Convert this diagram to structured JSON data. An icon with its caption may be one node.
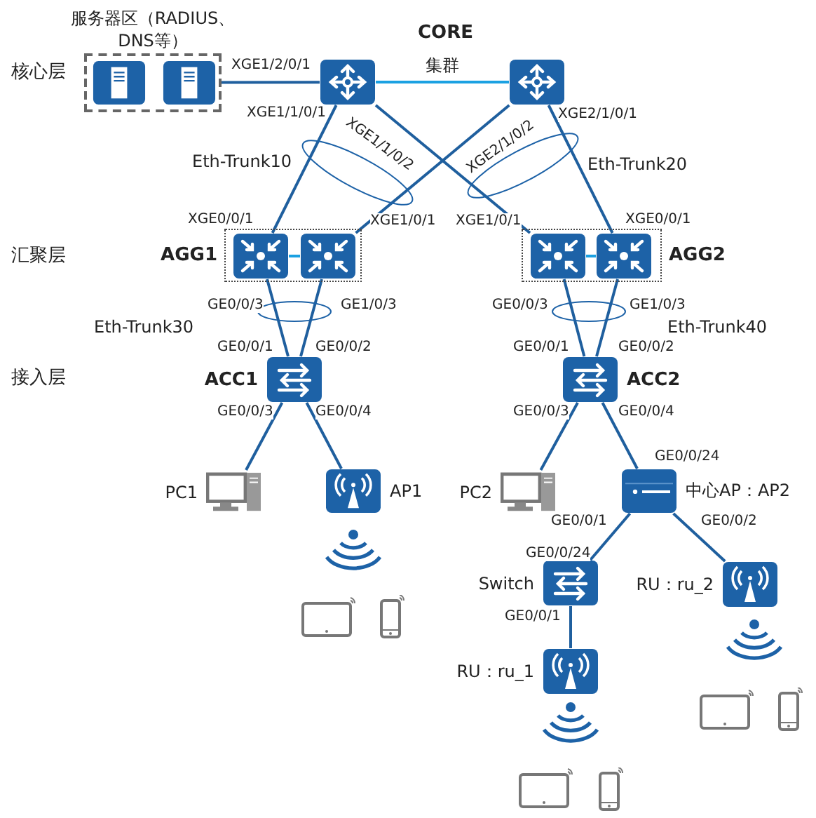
{
  "diagram": {
    "nodes": [
      {
        "text": [
          "服务器区（RADIUS、DNS等）"
        ]
      },
      {
        "text": [],
        "shape": "server",
        "in": 0
      },
      {
        "text": [],
        "shape": "server",
        "in": 0
      },
      {
        "text": [],
        "shape": "router"
      },
      {
        "text": [],
        "shape": "router"
      },
      {
        "text": [
          "AGG1"
        ]
      },
      {
        "text": [],
        "shape": "switch",
        "in": 5
      },
      {
        "text": [],
        "shape": "switch",
        "in": 5
      },
      {
        "text": [
          "AGG2"
        ]
      },
      {
        "text": [],
        "shape": "switch",
        "in": 8
      },
      {
        "text": [],
        "shape": "switch",
        "in": 8
      },
      {
        "text": [
          "ACC1"
        ]
      },
      {
        "text": [
          "ACC2"
        ]
      },
      {
        "text": [
          "PC1"
        ]
      },
      {
        "text": [
          "AP1"
        ]
      },
      {
        "text": [
          "PC2"
        ]
      },
      {
        "text": [
          "中心AP：AP2"
        ]
      },
      {
        "text": [
          "Switch"
        ]
      },
      {
        "text": [
          "RU：ru_1"
        ]
      },
      {
        "text": [
          "RU：ru_2"
        ]
      }
    ],
    "edges": [
      {
        "from": 0,
        "to": 3,
        "arrow": "none"
      },
      {
        "from": 3,
        "to": 4,
        "arrow": "none",
        "label": "集群",
        "color": "#1ba1e2"
      },
      {
        "from": 3,
        "to": 6,
        "arrow": "none"
      },
      {
        "from": 3,
        "to": 9,
        "arrow": "none"
      },
      {
        "from": 4,
        "to": 7,
        "arrow": "none"
      },
      {
        "from": 4,
        "to": 10,
        "arrow": "none"
      },
      {
        "from": 6,
        "to": 7,
        "arrow": "none",
        "color": "#1ba1e2"
      },
      {
        "from": 9,
        "to": 10,
        "arrow": "none",
        "color": "#1ba1e2"
      },
      {
        "from": 6,
        "to": 11,
        "arrow": "none"
      },
      {
        "from": 7,
        "to": 11,
        "arrow": "none"
      },
      {
        "from": 9,
        "to": 12,
        "arrow": "none"
      },
      {
        "from": 10,
        "to": 12,
        "arrow": "none"
      },
      {
        "from": 11,
        "to": 13,
        "arrow": "none"
      },
      {
        "from": 11,
        "to": 14,
        "arrow": "none"
      },
      {
        "from": 12,
        "to": 15,
        "arrow": "none"
      },
      {
        "from": 12,
        "to": 16,
        "arrow": "none"
      },
      {
        "from": 16,
        "to": 17,
        "arrow": "none"
      },
      {
        "from": 16,
        "to": 19,
        "arrow": "none"
      },
      {
        "from": 17,
        "to": 18,
        "arrow": "none"
      }
    ],
    "labels": [
      "核心层",
      "CORE",
      "XGE1/2/0/1",
      "XGE1/1/0/1",
      "XGE1/1/0/2",
      "XGE2/1/0/2",
      "XGE2/1/0/1",
      "Eth-Trunk10",
      "Eth-Trunk20",
      "XGE0/0/1",
      "XGE1/0/1",
      "XGE1/0/1",
      "XGE0/0/1",
      "汇聚层",
      "GE0/0/3",
      "GE1/0/3",
      "GE0/0/3",
      "GE1/0/3",
      "Eth-Trunk30",
      "Eth-Trunk40",
      "GE0/0/1",
      "GE0/0/2",
      "GE0/0/1",
      "GE0/0/2",
      "接入层",
      "GE0/0/3",
      "GE0/0/4",
      "GE0/0/3",
      "GE0/0/4",
      "GE0/0/24",
      "GE0/0/1",
      "GE0/0/2",
      "GE0/0/24",
      "GE0/0/1"
    ]
  }
}
